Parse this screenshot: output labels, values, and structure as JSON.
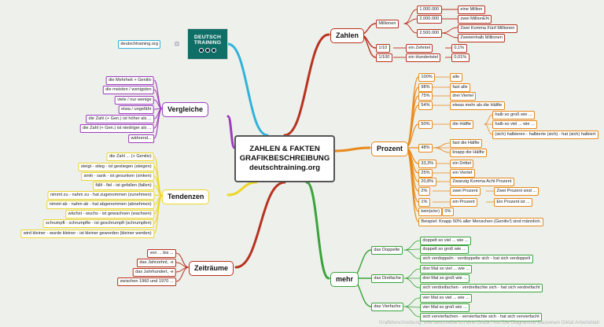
{
  "center": {
    "line1": "ZAHLEN & FAKTEN",
    "line2": "GRAFIKBESCHREIBUNG",
    "line3": "deutschtraining.org"
  },
  "logo": {
    "line1": "DEUTSCH",
    "line2": "TRAINING",
    "icons": [
      "speech-icon",
      "gear-icon",
      "people-icon"
    ]
  },
  "website": "deutschtraining.org",
  "footer": "Grafikbeschreibung: Wie beschreibe ich eine Grafik? Auf Die Diagramme Bauwesen Diktat Arbeitsblatt",
  "colors": {
    "zahlen": "#b8321f",
    "prozent": "#e8891a",
    "mehr": "#3aa33a",
    "vergleiche": "#9c3bbd",
    "tendenzen": "#ecd628",
    "zeitraeume": "#b8321f",
    "website": "#31b3d9"
  },
  "branches": {
    "zahlen": {
      "label": "Zahlen",
      "millionen": {
        "label": "Millionen",
        "items": [
          {
            "num": "1.000.000",
            "text": [
              "eine Million"
            ]
          },
          {
            "num": "2.000.000",
            "text": [
              "zwei MillionEN"
            ]
          },
          {
            "num": "2.500.000",
            "text": [
              "Zwei Komma Fünf Millionen",
              "Zweieinhalb Millionen"
            ]
          }
        ]
      },
      "fractions": [
        {
          "num": "1/10",
          "text": "ein Zehntel",
          "pct": "0,1%"
        },
        {
          "num": "1/100",
          "text": "ein Hundertstel",
          "pct": "0,01%"
        }
      ]
    },
    "prozent": {
      "label": "Prozent",
      "items": [
        {
          "num": "100%",
          "text": "alle"
        },
        {
          "num": "98%",
          "text": "fast alle"
        },
        {
          "num": "75%",
          "text": "drei Viertel"
        },
        {
          "num": "54%",
          "text": "etwas mehr als die Hälfte"
        },
        {
          "num": "50%",
          "text": "die Hälfte",
          "sub": [
            "halb so groß wie ...",
            "halb so viel ... wie ...",
            "(sich) halbieren - halbierte (sich) - hat (sich) halbiert"
          ]
        },
        {
          "num": "48%",
          "text": [
            "fast die Hälfte",
            "knapp die Hälfte"
          ]
        },
        {
          "num": "33,3%",
          "text": "ein Drittel"
        },
        {
          "num": "25%",
          "text": "ein Viertel"
        },
        {
          "num": "20,8%",
          "text": "Zwanzig Komma Acht Prozent"
        },
        {
          "num": "2%",
          "text": "zwei Prozent",
          "sub": [
            "Zwei Prozent sind ..."
          ]
        },
        {
          "num": "1%",
          "text": "ein Prozent",
          "sub": [
            "Ein Prozent ist ..."
          ]
        },
        {
          "num": "kein(e/er)",
          "text": "0%"
        }
      ],
      "example": "Beispiel: Knapp 50% aller Menschen (Genitiv!) sind männlich."
    },
    "mehr": {
      "label": "mehr",
      "groups": [
        {
          "label": "das Doppelte",
          "items": [
            "doppelt so viel ... wie ...",
            "doppelt so groß wie ...",
            "sich verdoppeln - verdoppelte sich - hat sich verdoppelt"
          ]
        },
        {
          "label": "das Dreifache",
          "items": [
            "drei Mal so viel ... wie ...",
            "drei Mal so groß wie ...",
            "sich verdreifachen - verdreifachte sich - hat sich verdreifacht"
          ]
        },
        {
          "label": "das Vierfache",
          "items": [
            "vier Mal so viel ... wie ...",
            "vier Mal so groß wie ...",
            "sich vervierfachen - vervierfachte sich - hat sich vervierfacht"
          ]
        }
      ]
    },
    "vergleiche": {
      "label": "Vergleiche",
      "items": [
        "die Mehrheit + Genitiv",
        "die meisten / wenigsten",
        "viele / nur wenige",
        "etwa / ungefähr",
        "die Zahl (+ Gen.) ist höher als ...",
        "die Zahl (+ Gen.) ist niedriger als ...",
        "während..."
      ]
    },
    "tendenzen": {
      "label": "Tendenzen",
      "items": [
        "die Zahl ... (+ Genitiv)",
        "steigt - stieg - ist gestiegen (steigen)",
        "sinkt - sank - ist gesunken (sinken)",
        "fällt - fiel - ist gefallen (fallen)",
        "nimmt zu - nahm zu - hat zugenommen (zunehmen)",
        "nimmt ab - nahm ab - hat abgenommen (abnehmen)",
        "wächst - wuchs - ist gewachsen (wachsen)",
        "schrumpft - schrumpfte - ist geschrumpft (schrumpfen)",
        "wird kleiner - wurde kleiner - ist kleiner geworden (kleiner werden)"
      ]
    },
    "zeitraeume": {
      "label": "Zeiträume",
      "items": [
        "von ... bis ...",
        "das Jahrzehnt, -e",
        "das Jahrhundert, -e",
        "zwischen 1960 und 1970 ..."
      ]
    }
  }
}
